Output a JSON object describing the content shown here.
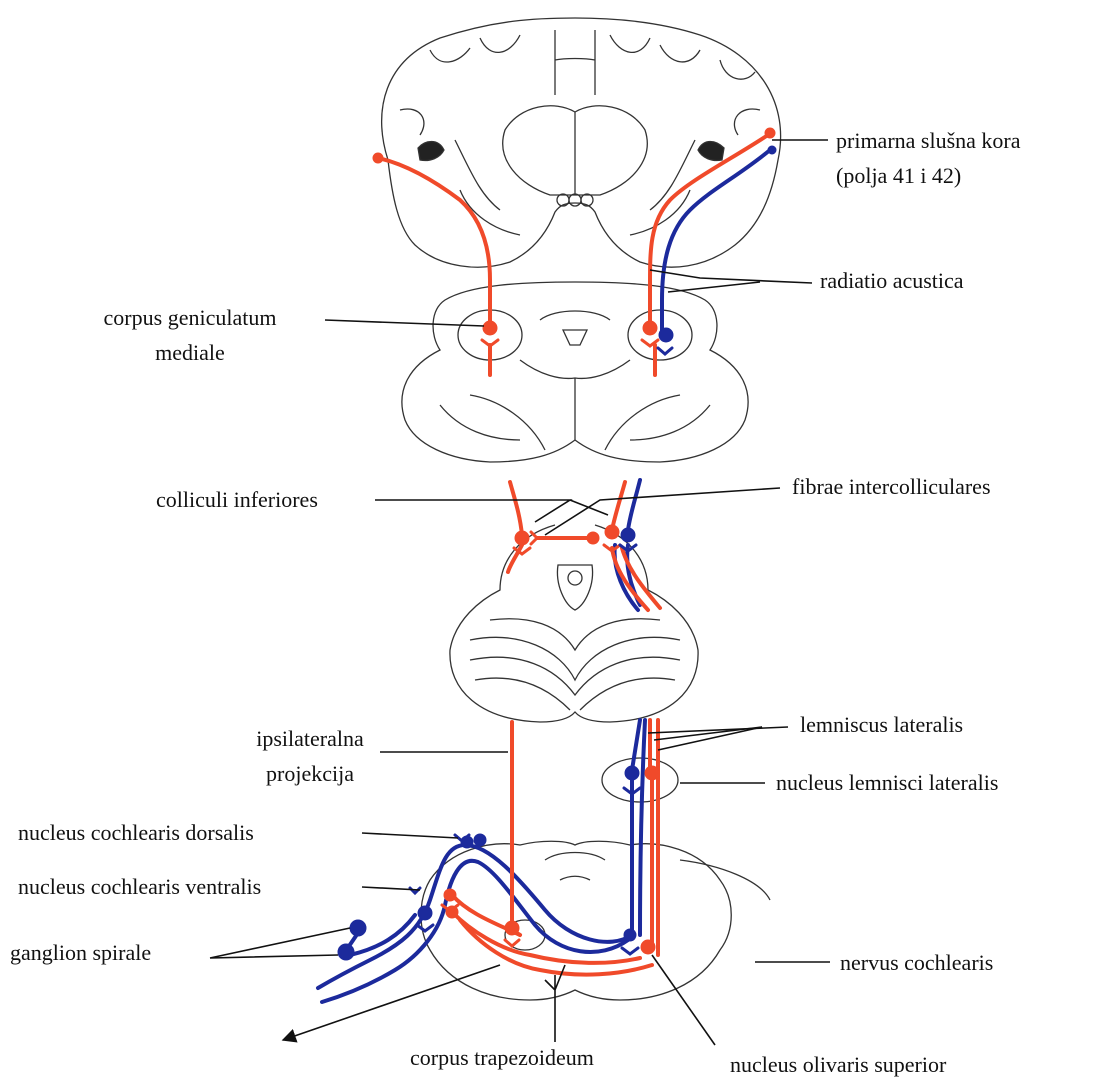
{
  "colors": {
    "red_pathway": "#f04a2a",
    "blue_pathway": "#1c2a9c",
    "outline": "#333333",
    "leader": "#111111"
  },
  "labels": {
    "primary_cortex_line1": "primarna slušna kora",
    "primary_cortex_line2": "(polja 41 i 42)",
    "radiatio": "radiatio acustica",
    "cgm_line1": "corpus geniculatum",
    "cgm_line2": "mediale",
    "colliculi": "colliculi inferiores",
    "fibrae": "fibrae intercolliculares",
    "lemniscus": "lemniscus lateralis",
    "ipsi_line1": "ipsilateralna",
    "ipsi_line2": "projekcija",
    "nucleus_lemnisci": "nucleus lemnisci lateralis",
    "dorsalis": "nucleus cochlearis dorsalis",
    "ventralis": "nucleus cochlearis ventralis",
    "ganglion": "ganglion spirale",
    "nervus": "nervus cochlearis",
    "trapezoideum": "corpus trapezoideum",
    "olivaris": "nucleus olivaris superior"
  }
}
